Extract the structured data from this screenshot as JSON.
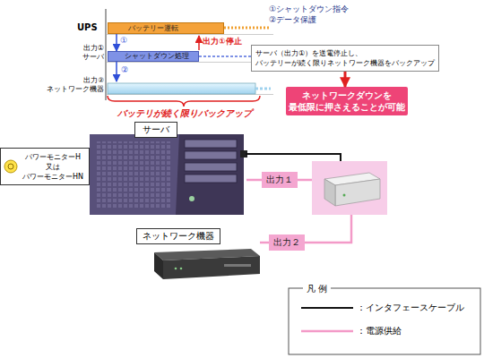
{
  "diagram": {
    "nodes": [
      {
        "text": [
          "バッテリー運転"
        ]
      },
      {
        "text": [
          "シャットダウン処理"
        ]
      },
      {
        "text": [
          "サーバ（出力①）を送電停止し、 バッテリーが続く限りネットワーク機器をバックアップ"
        ]
      },
      {
        "text": [
          "ネットワークダウンを 最低限に押さえることが可能"
        ]
      },
      {
        "text": [
          "パワーモニターH 又は パワーモニターHN"
        ]
      },
      {
        "text": [
          "サーバ"
        ]
      },
      {
        "text": [
          "出力１"
        ]
      },
      {
        "text": [
          "ネットワーク機器"
        ]
      },
      {
        "text": [
          "出力２"
        ]
      }
    ],
    "edges": [
      {
        "from": 0,
        "to": 1,
        "arrow": "to"
      },
      {
        "from": 2,
        "to": 3,
        "arrow": "to"
      },
      {
        "from": 6,
        "to": 5,
        "arrow": "none"
      },
      {
        "from": 8,
        "to": 7,
        "arrow": "none"
      }
    ],
    "labels": [
      "①シャットダウン指令",
      "②データ保護",
      "UPS",
      "出力① サーバ",
      "①",
      "出力①停止",
      "②",
      "出力② ネットワーク機器",
      "バッテリが続く限りバックアップ",
      "凡 例"
    ],
    "legend": [
      {
        "text": "：インタフェースケーブル"
      },
      {
        "text": "：電源供給"
      }
    ]
  }
}
